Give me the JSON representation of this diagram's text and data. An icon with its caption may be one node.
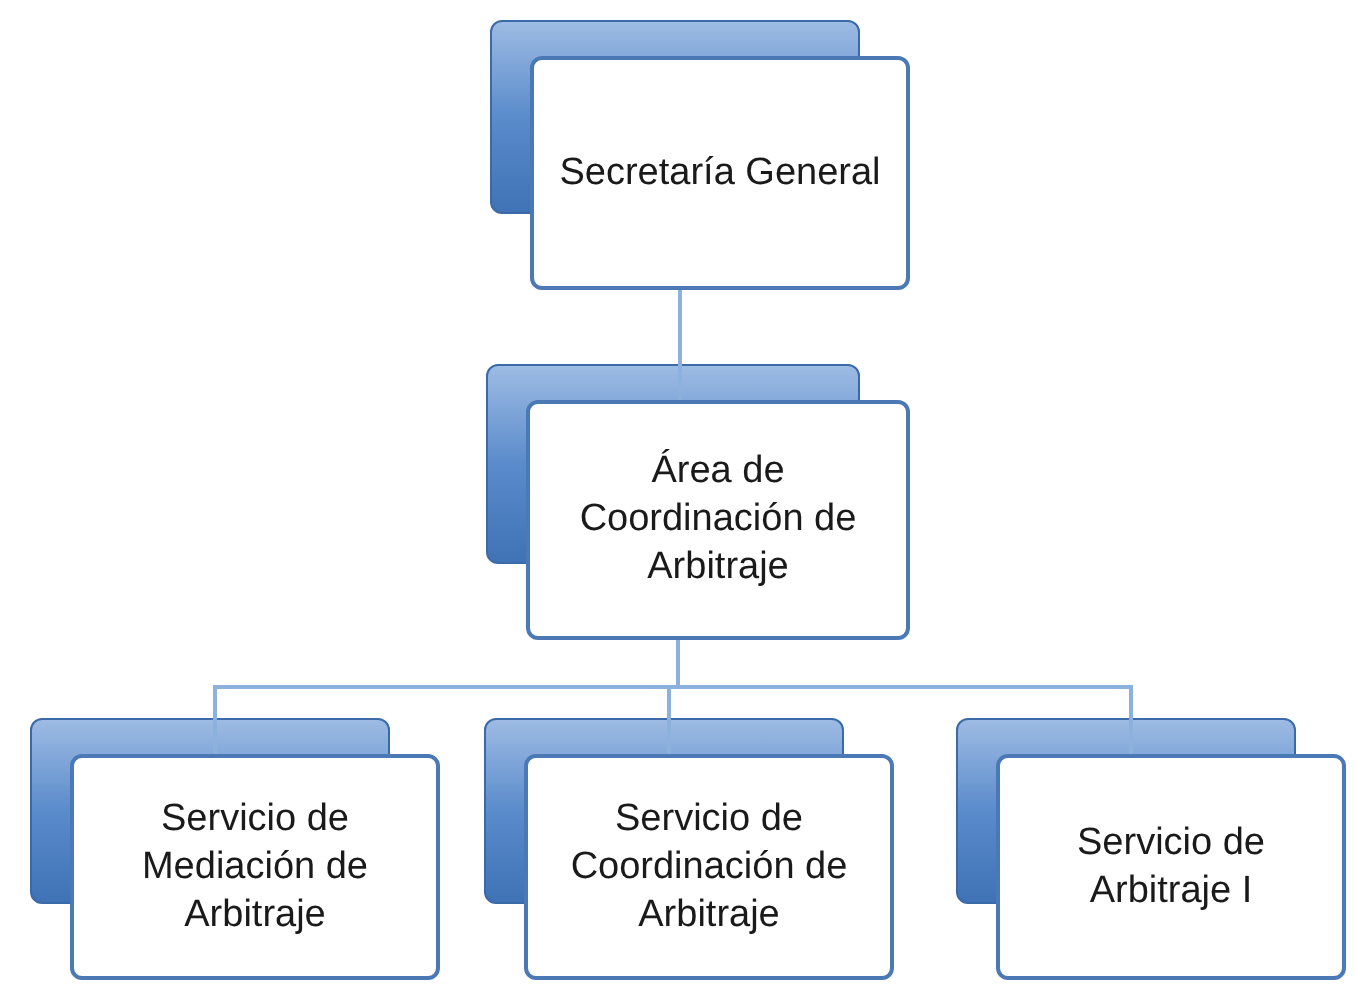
{
  "diagram": {
    "nodes": [
      {
        "text": [
          "Secretaría General"
        ]
      },
      {
        "text": [
          "Área de Coordinación de Arbitraje"
        ]
      },
      {
        "text": [
          "Servicio de Mediación de Arbitraje"
        ]
      },
      {
        "text": [
          "Servicio de Coordinación de Arbitraje"
        ]
      },
      {
        "text": [
          "Servicio de Arbitraje I"
        ]
      }
    ],
    "edges": [
      {
        "from": 0,
        "to": 1,
        "arrow": "none"
      },
      {
        "from": 1,
        "to": 2,
        "arrow": "none"
      },
      {
        "from": 1,
        "to": 3,
        "arrow": "none"
      },
      {
        "from": 1,
        "to": 4,
        "arrow": "none"
      }
    ]
  }
}
